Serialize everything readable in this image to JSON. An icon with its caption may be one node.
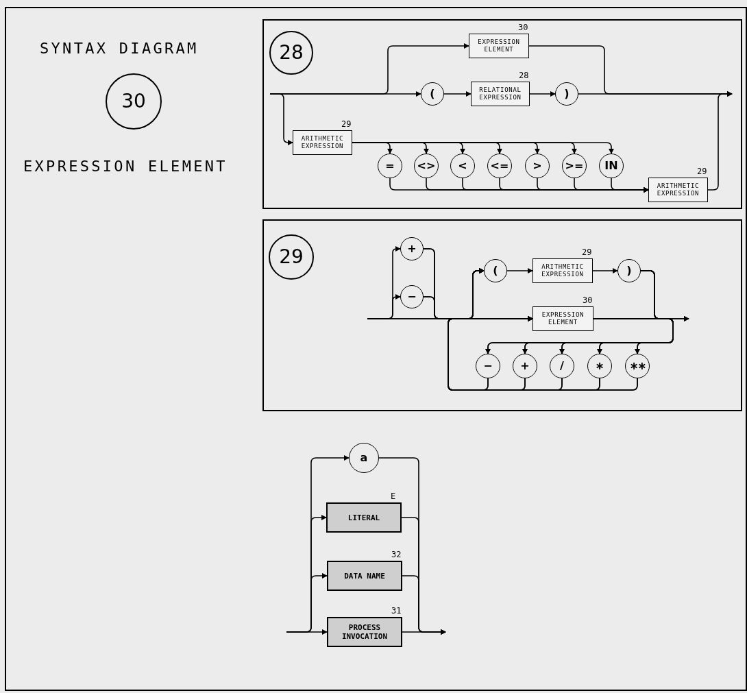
{
  "diagram": {
    "title": "SYNTAX DIAGRAM",
    "nodes": [
      {
        "text": [
          "30"
        ]
      },
      {
        "text": [],
        "shape": "box"
      },
      {
        "text": [
          "28"
        ],
        "in": 1
      },
      {
        "text": [
          "EXPRESSION ELEMENT"
        ],
        "beside": [
          "30"
        ],
        "in": 1
      },
      {
        "text": [
          "("
        ],
        "in": 1
      },
      {
        "text": [
          "RELATIONAL EXPRESSION"
        ],
        "beside": [
          "28"
        ],
        "in": 1
      },
      {
        "text": [
          ")"
        ],
        "in": 1
      },
      {
        "text": [
          "ARITHMETIC EXPRESSION"
        ],
        "beside": [
          "29"
        ],
        "in": 1
      },
      {
        "text": [
          "="
        ],
        "in": 1
      },
      {
        "text": [
          "<>"
        ],
        "in": 1
      },
      {
        "text": [
          "<"
        ],
        "in": 1
      },
      {
        "text": [
          "<="
        ],
        "in": 1
      },
      {
        "text": [
          ">"
        ],
        "in": 1
      },
      {
        "text": [
          ">="
        ],
        "in": 1
      },
      {
        "text": [
          "IN"
        ],
        "in": 1
      },
      {
        "text": [
          "ARITHMETIC EXPRESSION"
        ],
        "beside": [
          "29"
        ],
        "in": 1
      },
      {
        "text": [],
        "shape": "box"
      },
      {
        "text": [
          "29"
        ],
        "in": 16
      },
      {
        "text": [
          "+"
        ],
        "in": 16
      },
      {
        "text": [
          "−"
        ],
        "in": 16
      },
      {
        "text": [
          "("
        ],
        "in": 16
      },
      {
        "text": [
          "ARITHMETIC EXPRESSION"
        ],
        "beside": [
          "29"
        ],
        "in": 16
      },
      {
        "text": [
          ")"
        ],
        "in": 16
      },
      {
        "text": [
          "EXPRESSION ELEMENT"
        ],
        "beside": [
          "30"
        ],
        "in": 16
      },
      {
        "text": [
          "−"
        ],
        "in": 16
      },
      {
        "text": [
          "+"
        ],
        "in": 16
      },
      {
        "text": [
          "/"
        ],
        "in": 16
      },
      {
        "text": [
          "∗"
        ],
        "in": 16
      },
      {
        "text": [
          "∗∗"
        ],
        "in": 16
      },
      {
        "text": [
          "a"
        ]
      },
      {
        "text": [
          "LITERAL"
        ],
        "beside": [
          "E"
        ]
      },
      {
        "text": [
          "DATA NAME"
        ],
        "beside": [
          "32"
        ]
      },
      {
        "text": [
          "PROCESS INVOCATION"
        ],
        "beside": [
          "31"
        ]
      }
    ],
    "edges": [
      {
        "from": null,
        "to": 3,
        "arrow": "to"
      },
      {
        "from": null,
        "to": 4,
        "arrow": "to"
      },
      {
        "from": 4,
        "to": 5,
        "arrow": "to"
      },
      {
        "from": 5,
        "to": 6,
        "arrow": "to"
      },
      {
        "from": 3,
        "to": null,
        "arrow": "to"
      },
      {
        "from": 6,
        "to": null,
        "arrow": "to"
      },
      {
        "from": null,
        "to": 7,
        "arrow": "to"
      },
      {
        "from": 7,
        "to": 8,
        "arrow": "to"
      },
      {
        "from": 7,
        "to": 9,
        "arrow": "to"
      },
      {
        "from": 7,
        "to": 10,
        "arrow": "to"
      },
      {
        "from": 7,
        "to": 11,
        "arrow": "to"
      },
      {
        "from": 7,
        "to": 12,
        "arrow": "to"
      },
      {
        "from": 7,
        "to": 13,
        "arrow": "to"
      },
      {
        "from": 7,
        "to": 14,
        "arrow": "to"
      },
      {
        "from": 8,
        "to": 15,
        "arrow": "to"
      },
      {
        "from": 9,
        "to": 15,
        "arrow": "to"
      },
      {
        "from": 10,
        "to": 15,
        "arrow": "to"
      },
      {
        "from": 11,
        "to": 15,
        "arrow": "to"
      },
      {
        "from": 12,
        "to": 15,
        "arrow": "to"
      },
      {
        "from": 13,
        "to": 15,
        "arrow": "to"
      },
      {
        "from": 14,
        "to": 15,
        "arrow": "to"
      },
      {
        "from": 15,
        "to": null,
        "arrow": "to"
      },
      {
        "from": null,
        "to": 18,
        "arrow": "to"
      },
      {
        "from": null,
        "to": 19,
        "arrow": "to"
      },
      {
        "from": 18,
        "to": 20,
        "arrow": "to"
      },
      {
        "from": 18,
        "to": 23,
        "arrow": "to"
      },
      {
        "from": 19,
        "to": 20,
        "arrow": "to"
      },
      {
        "from": 19,
        "to": 23,
        "arrow": "to"
      },
      {
        "from": null,
        "to": 20,
        "arrow": "to"
      },
      {
        "from": null,
        "to": 23,
        "arrow": "to"
      },
      {
        "from": 20,
        "to": 21,
        "arrow": "to"
      },
      {
        "from": 21,
        "to": 22,
        "arrow": "to"
      },
      {
        "from": 22,
        "to": null,
        "arrow": "to"
      },
      {
        "from": 23,
        "to": null,
        "arrow": "to"
      },
      {
        "from": 22,
        "to": 24,
        "arrow": "to"
      },
      {
        "from": 22,
        "to": 25,
        "arrow": "to"
      },
      {
        "from": 22,
        "to": 26,
        "arrow": "to"
      },
      {
        "from": 22,
        "to": 27,
        "arrow": "to"
      },
      {
        "from": 22,
        "to": 28,
        "arrow": "to"
      },
      {
        "from": 23,
        "to": 24,
        "arrow": "to"
      },
      {
        "from": 23,
        "to": 25,
        "arrow": "to"
      },
      {
        "from": 23,
        "to": 26,
        "arrow": "to"
      },
      {
        "from": 23,
        "to": 27,
        "arrow": "to"
      },
      {
        "from": 23,
        "to": 28,
        "arrow": "to"
      },
      {
        "from": 24,
        "to": 20,
        "arrow": "to"
      },
      {
        "from": 25,
        "to": 20,
        "arrow": "to"
      },
      {
        "from": 26,
        "to": 20,
        "arrow": "to"
      },
      {
        "from": 27,
        "to": 20,
        "arrow": "to"
      },
      {
        "from": 28,
        "to": 20,
        "arrow": "to"
      },
      {
        "from": 24,
        "to": 23,
        "arrow": "to"
      },
      {
        "from": 25,
        "to": 23,
        "arrow": "to"
      },
      {
        "from": 26,
        "to": 23,
        "arrow": "to"
      },
      {
        "from": 27,
        "to": 23,
        "arrow": "to"
      },
      {
        "from": 28,
        "to": 23,
        "arrow": "to"
      },
      {
        "from": null,
        "to": 29,
        "arrow": "to"
      },
      {
        "from": null,
        "to": 30,
        "arrow": "to"
      },
      {
        "from": null,
        "to": 31,
        "arrow": "to"
      },
      {
        "from": null,
        "to": 32,
        "arrow": "to"
      },
      {
        "from": 29,
        "to": null,
        "arrow": "to"
      },
      {
        "from": 30,
        "to": null,
        "arrow": "to"
      },
      {
        "from": 31,
        "to": null,
        "arrow": "to"
      },
      {
        "from": 32,
        "to": null,
        "arrow": "to"
      }
    ],
    "labels": [
      "EXPRESSION ELEMENT"
    ]
  }
}
